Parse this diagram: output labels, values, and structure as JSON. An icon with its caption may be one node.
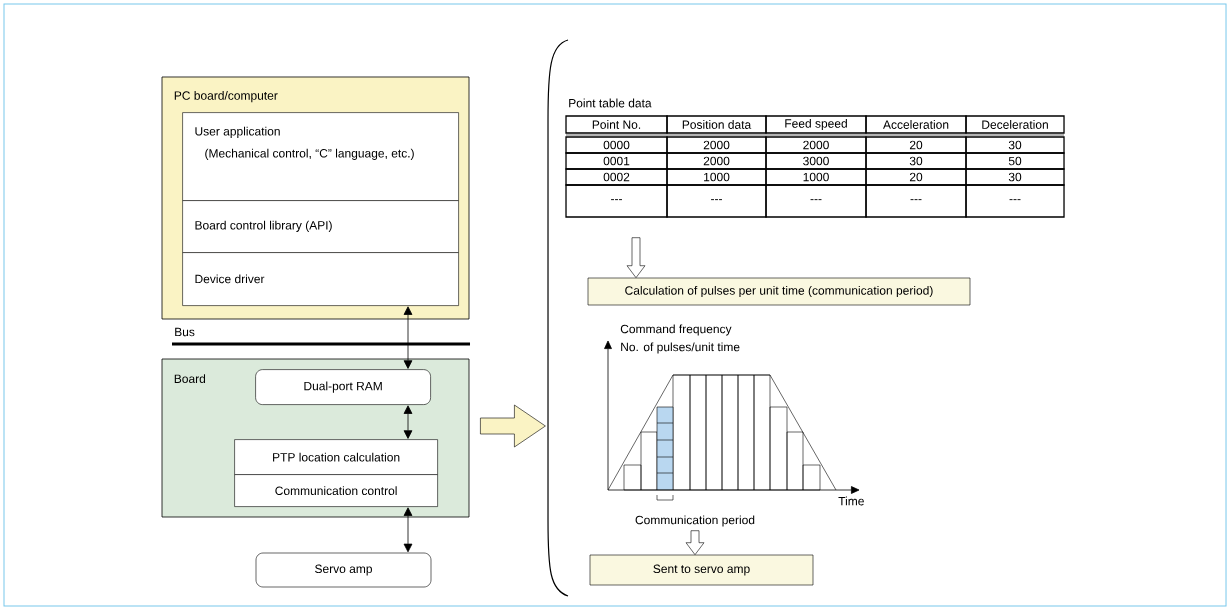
{
  "diagram": {
    "nodes": [
      {
        "text": [
          "PC board/computer"
        ]
      },
      {
        "text": [
          "User application",
          "(Mechanical control, “C” language, etc.)"
        ],
        "in": 0
      },
      {
        "text": [
          "Board control library (API)"
        ],
        "in": 0
      },
      {
        "text": [
          "Device driver"
        ],
        "in": 0
      },
      {
        "text": [
          "Board"
        ]
      },
      {
        "text": [
          "Dual-port RAM"
        ],
        "in": 4
      },
      {
        "text": [
          "PTP location calculation"
        ],
        "in": 4
      },
      {
        "text": [
          "Communication control"
        ],
        "in": 4
      },
      {
        "text": [
          "Servo amp"
        ]
      },
      {
        "text": [
          "Calculation of pulses per unit time (communication period)"
        ]
      },
      {
        "text": [
          "Communication period"
        ]
      },
      {
        "text": [
          "Sent to servo amp"
        ]
      }
    ],
    "edges": [
      {
        "from": 3,
        "to": 5,
        "arrow": "both"
      },
      {
        "from": 5,
        "to": 6,
        "arrow": "both"
      },
      {
        "from": 7,
        "to": 8,
        "arrow": "both"
      },
      {
        "from": 4,
        "to": null,
        "arrow": "to"
      },
      {
        "from": null,
        "to": 9,
        "arrow": "to"
      },
      {
        "from": 10,
        "to": 11,
        "arrow": "to"
      }
    ],
    "labels": [
      "Bus",
      "Point table data",
      "Point No.",
      "Position data",
      "Feed speed",
      "Acceleration",
      "Deceleration",
      "0000",
      "2000",
      "2000",
      "20",
      "30",
      "0001",
      "2000",
      "3000",
      "30",
      "50",
      "0002",
      "1000",
      "1000",
      "20",
      "30",
      "---",
      "---",
      "---",
      "---",
      "---",
      "Command frequency",
      "No. of pulses/unit time",
      "Time"
    ]
  }
}
